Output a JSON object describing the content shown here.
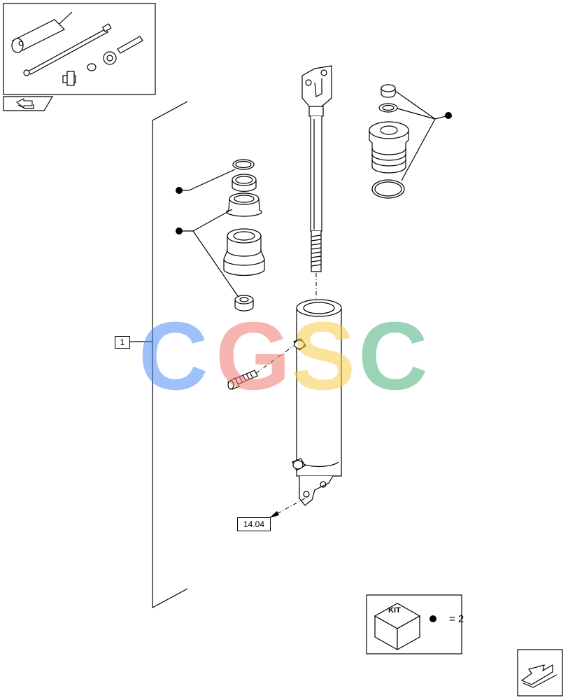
{
  "callouts": {
    "item_1": "1",
    "ref_14_04": "14.04"
  },
  "kit": {
    "label": "KIT",
    "count_text": "= 2"
  },
  "watermark": {
    "letters": [
      "C",
      "G",
      "S",
      "C"
    ],
    "colors": [
      "#4f8ff5",
      "#f07a70",
      "#f7cf4a",
      "#48b07a"
    ]
  },
  "icons": {
    "thumbnail": "assembly-thumbnail-icon",
    "nav_back": "back-arrow-icon",
    "nav_forward": "forward-arrow-icon",
    "kit_box": "kit-box-icon",
    "kit_bullet": "bullet-dot-icon"
  }
}
